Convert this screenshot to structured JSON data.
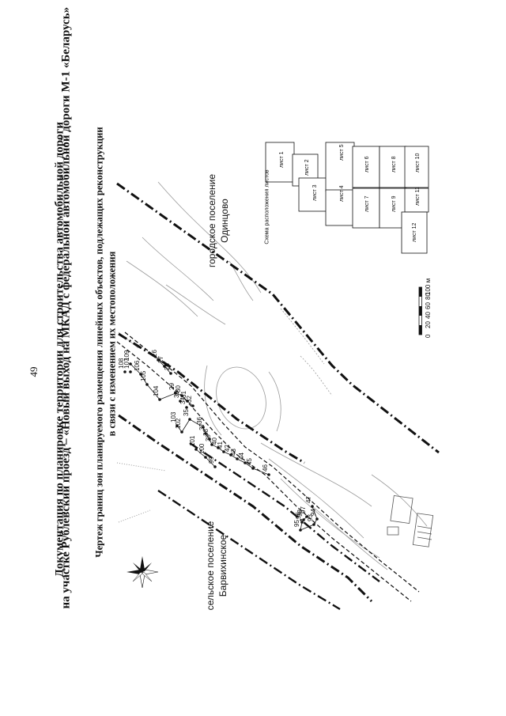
{
  "page_number": "49",
  "title": {
    "line1": "Документация по планировке территории для строительства автомобильной дороги",
    "line2": "на участке Рублевский проезд – «Новый выход на МКАД с федеральной автомобильной дороги М-1 «Беларусь»"
  },
  "subtitle": {
    "line1": "Чертеж границ зон планируемого размещения линейных объектов, подлежащих реконструкции",
    "line2": "в связи с изменением их местоположения"
  },
  "places": {
    "rural_line1": "сельское поселение",
    "rural_line2": "Барвихинское",
    "urban_line1": "городское поселение",
    "urban_line2": "Одинцово"
  },
  "scale_bar": {
    "ticks": [
      "0",
      "20",
      "40",
      "60",
      "80",
      "100 м"
    ]
  },
  "sheet_scheme": {
    "title": "Схема расположения листов",
    "sheets": [
      "лист 1",
      "лист 2",
      "лист 3",
      "лист 4",
      "лист 5",
      "лист 6",
      "лист 7",
      "лист 8",
      "лист 9",
      "лист 10",
      "лист 11",
      "лист 12"
    ]
  },
  "points": [
    "26",
    "27",
    "28",
    "29",
    "30",
    "31",
    "32",
    "33",
    "34",
    "35",
    "36",
    "37",
    "38",
    "39",
    "40",
    "41",
    "42",
    "43",
    "44",
    "45",
    "46",
    "47",
    "93",
    "94",
    "95",
    "96",
    "97",
    "98",
    "99",
    "100",
    "101",
    "102",
    "103",
    "104",
    "105",
    "106",
    "107",
    "108",
    "109"
  ],
  "icons": {
    "north_arrow": "compass-rose-icon"
  },
  "colors": {
    "ink": "#111111",
    "light_line": "#9a9a9a"
  }
}
